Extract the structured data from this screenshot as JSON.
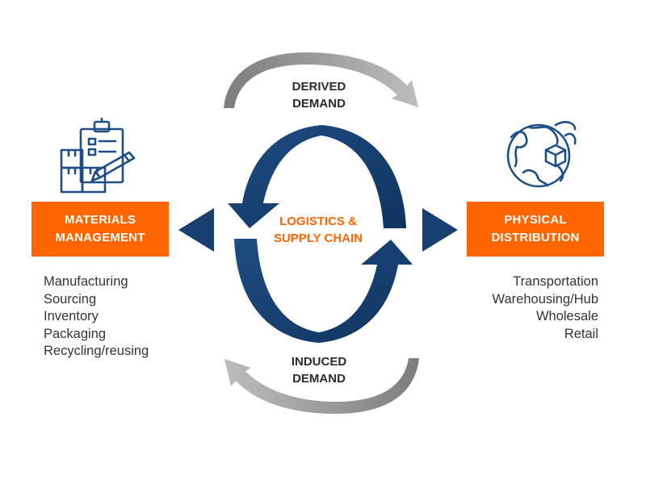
{
  "center": {
    "line1": "LOGISTICS &",
    "line2": "SUPPLY CHAIN"
  },
  "derived_demand": {
    "line1": "DERIVED",
    "line2": "DEMAND"
  },
  "induced_demand": {
    "line1": "INDUCED",
    "line2": "DEMAND"
  },
  "materials_management": {
    "line1": "MATERIALS",
    "line2": "MANAGEMENT",
    "items": [
      "Manufacturing",
      "Sourcing",
      "Inventory",
      "Packaging",
      "Recycling/reusing"
    ]
  },
  "physical_distribution": {
    "line1": "PHYSICAL",
    "line2": "DISTRIBUTION",
    "items": [
      "Transportation",
      "Warehousing/Hub",
      "Wholesale",
      "Retail"
    ]
  },
  "icons": {
    "materials": "clipboard-boxes-pen-icon",
    "distribution": "globe-package-icon"
  },
  "colors": {
    "accent_orange": "#ff6600",
    "navy": "#173f70",
    "gray_arrow": "#8f8f8f"
  }
}
